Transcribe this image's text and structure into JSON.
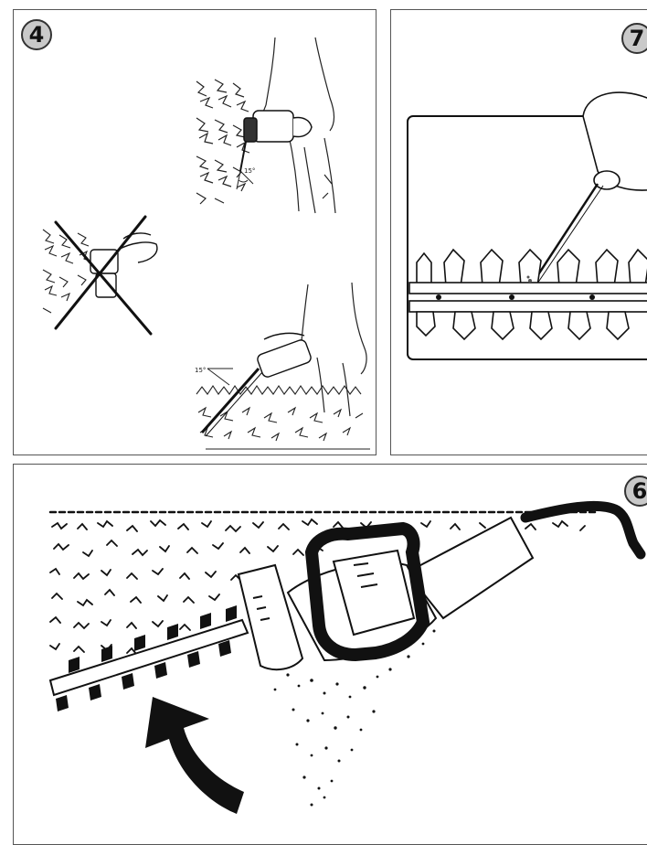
{
  "panels": {
    "p4": {
      "step": "4",
      "top_angle": "15°",
      "bottom_angle": "15°"
    },
    "p7": {
      "step": "7"
    },
    "p6": {
      "step": "6"
    }
  }
}
